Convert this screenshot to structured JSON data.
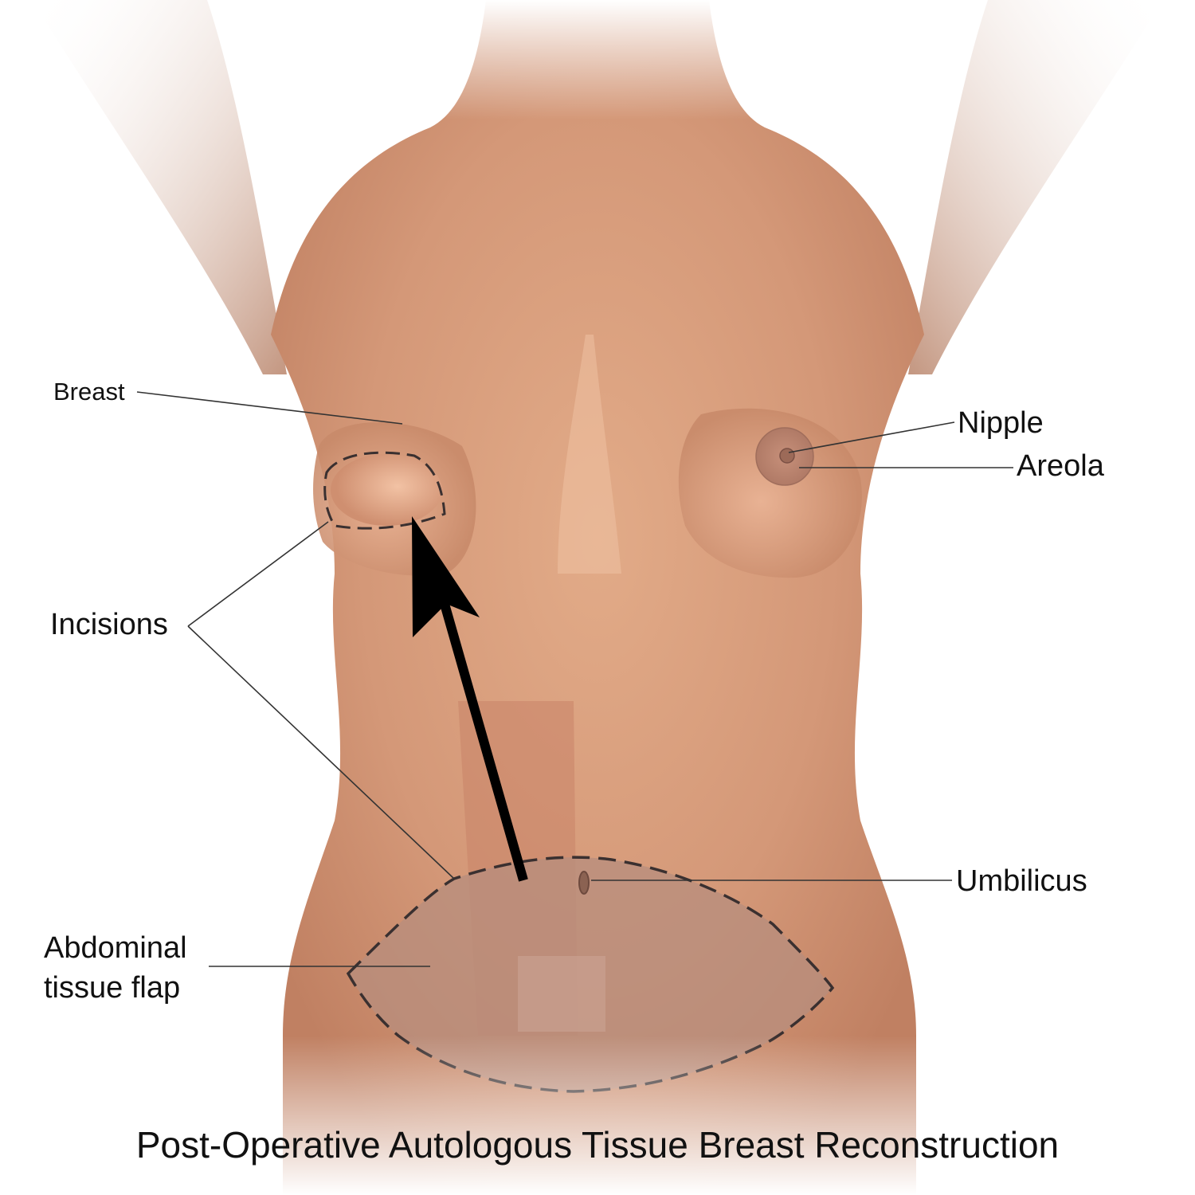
{
  "labels": {
    "breast": "Breast",
    "nipple": "Nipple",
    "areola": "Areola",
    "incisions": "Incisions",
    "umbilicus": "Umbilicus",
    "flap_line1": "Abdominal",
    "flap_line2": "tissue flap"
  },
  "caption": "Post-Operative Autologous Tissue Breast Reconstruction",
  "colors": {
    "skin": "#d9a07e",
    "skin_dark": "#b57356",
    "flap": "#b89080",
    "incision": "#3a3030",
    "arrow": "#000000",
    "leader": "#333333"
  }
}
